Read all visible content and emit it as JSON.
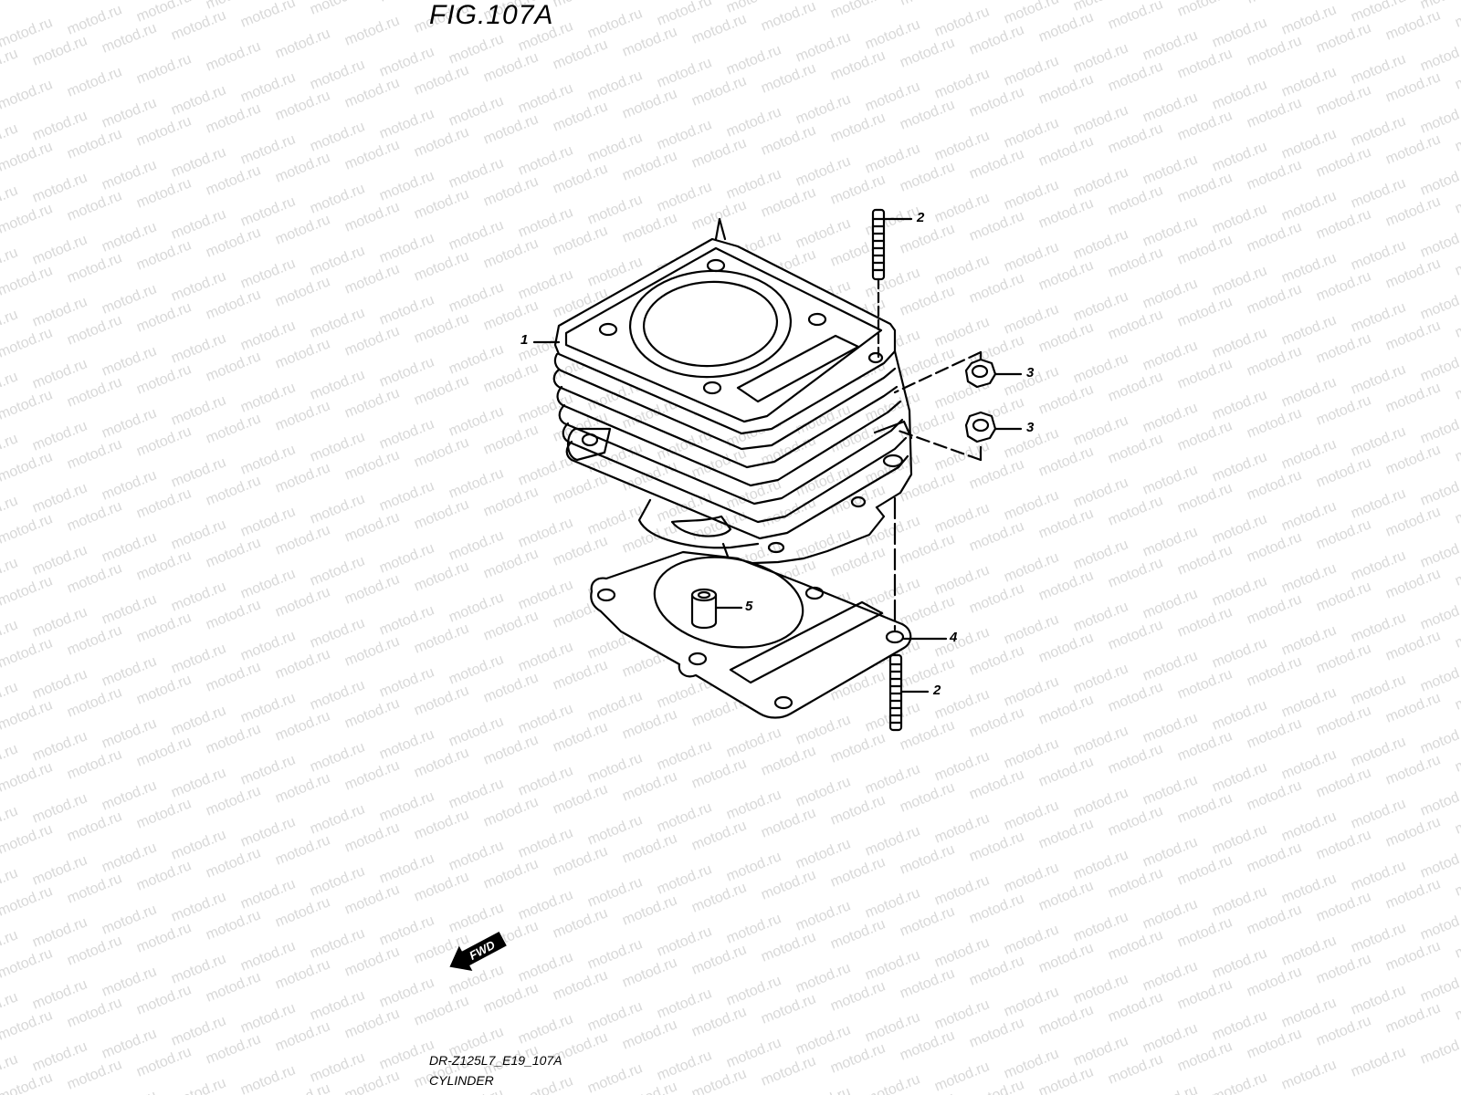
{
  "figure": {
    "title": "FIG.107A",
    "model_code": "DR-Z125L7_E19_107A",
    "name": "CYLINDER"
  },
  "watermark_text": "motod.ru",
  "direction_arrow": {
    "label": "FWD"
  },
  "parts": [
    {
      "no": "1",
      "description": "cylinder"
    },
    {
      "no": "2",
      "description": "stud bolt (upper)"
    },
    {
      "no": "3",
      "description": "nut (upper)"
    },
    {
      "no": "3",
      "description": "nut (lower)"
    },
    {
      "no": "4",
      "description": "cylinder base gasket"
    },
    {
      "no": "2",
      "description": "stud bolt (lower)"
    },
    {
      "no": "5",
      "description": "dowel pin"
    }
  ],
  "colors": {
    "line": "#000000",
    "background": "#ffffff",
    "watermark": "#d8d8d8"
  }
}
